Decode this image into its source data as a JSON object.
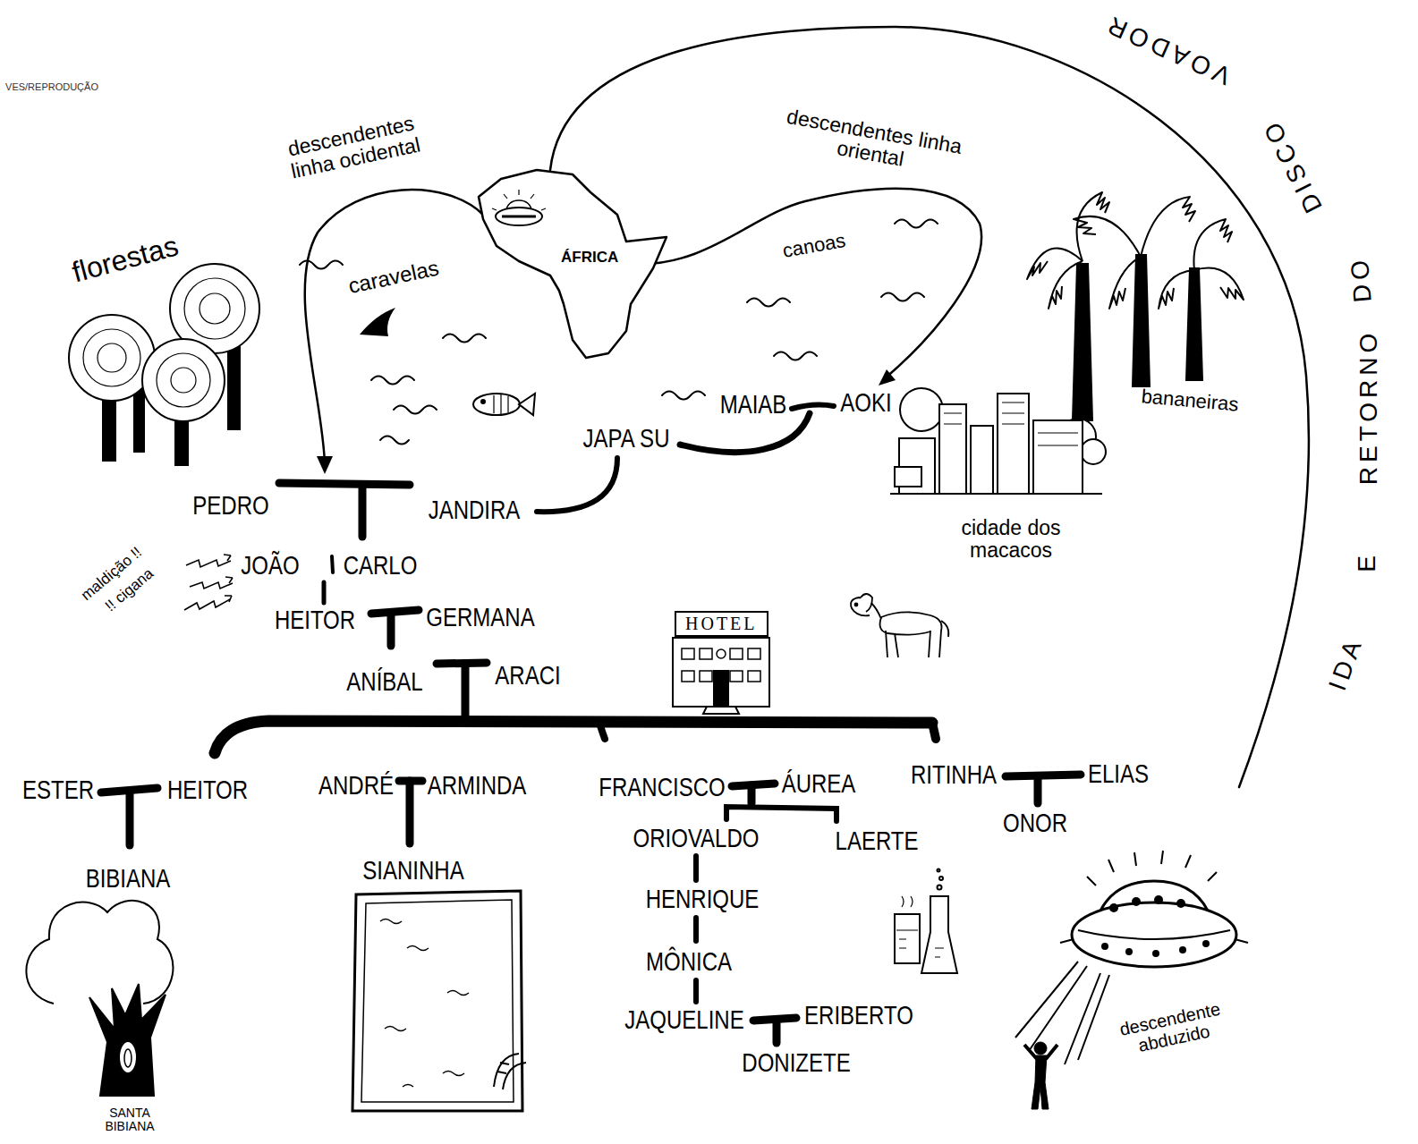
{
  "diagram": {
    "nodes": [
      {
        "text": [
          "ÁFRICA"
        ]
      },
      {
        "text": [
          "HOTEL"
        ]
      }
    ],
    "labels": [
      "VES/REPRODUÇÃO",
      "florestas",
      "descendentes linha ocidental",
      "caravelas",
      "descendentes linha oriental",
      "canoas",
      "bananeiras",
      "cidade dos macacos",
      "maldição !!",
      "!! cigana",
      "PEDRO",
      "JANDIRA",
      "JAPA SU",
      "MAIAB",
      "AOKI",
      "JOÃO",
      "CARLO",
      "HEITOR",
      "GERMANA",
      "ANÍBAL",
      "ARACI",
      "ESTER",
      "HEITOR",
      "ANDRÉ",
      "ARMINDA",
      "FRANCISCO",
      "ÁUREA",
      "RITINHA",
      "ELIAS",
      "BIBIANA",
      "SIANINHA",
      "ORIOVALDO",
      "LAERTE",
      "ONOR",
      "HENRIQUE",
      "MÔNICA",
      "JAQUELINE",
      "ERIBERTO",
      "DONIZETE",
      "SANTA BIBIANA",
      "descendente abduzido",
      "IDA",
      "E",
      "RETORNO",
      "DO",
      "DISCO",
      "VOADOR"
    ]
  }
}
